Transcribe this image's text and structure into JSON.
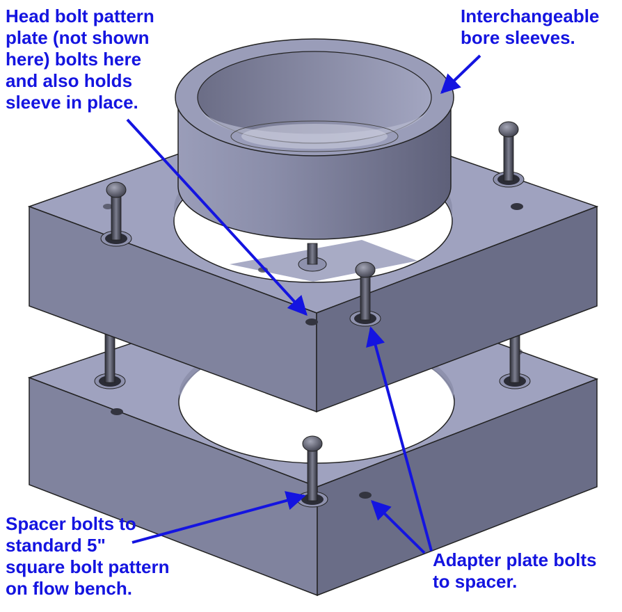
{
  "callouts": {
    "head_bolt": "Head bolt pattern\nplate (not shown\nhere) bolts here\nand also holds\nsleeve in place.",
    "bore_sleeves": "Interchangeable\nbore sleeves.",
    "spacer_bolts": "Spacer bolts to\nstandard 5\"\nsquare bolt pattern\non flow bench.",
    "adapter_bolts": "Adapter plate bolts\nto spacer."
  },
  "colors": {
    "callout_text": "#1414e0",
    "arrow": "#1414e0",
    "plate_top": "#9fa2bf",
    "plate_left": "#80839e",
    "plate_right": "#6a6d87",
    "sleeve_body": "#8487a3",
    "bolt": "#55566a"
  }
}
